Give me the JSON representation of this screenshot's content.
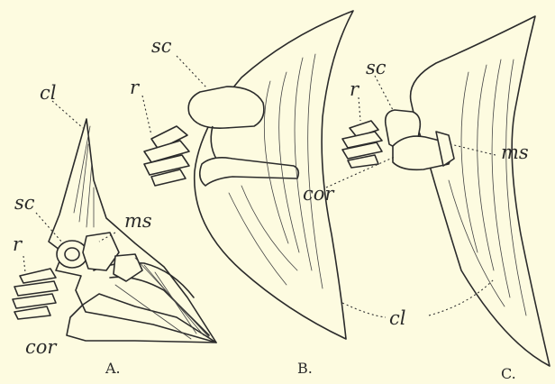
{
  "labels": {
    "a_cl": "cl",
    "a_sc": "sc",
    "a_ms": "ms",
    "a_r": "r",
    "a_cor": "cor",
    "b_sc": "sc",
    "b_r": "r",
    "c_sc": "sc",
    "c_r": "r",
    "c_ms": "ms",
    "c_cor": "cor",
    "bc_cl": "cl"
  },
  "captions": {
    "a": "A.",
    "b": "B.",
    "c": "C."
  }
}
